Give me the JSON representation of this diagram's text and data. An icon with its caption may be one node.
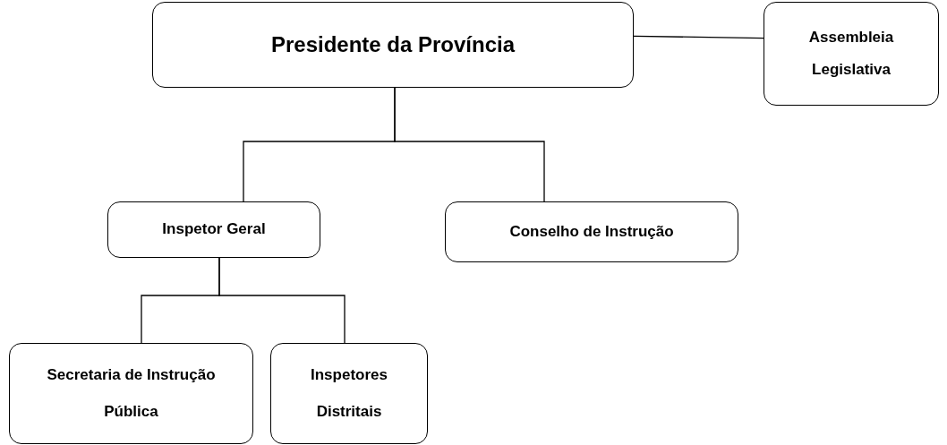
{
  "diagram": {
    "nodes": [
      {
        "text": [
          "Presidente da Província"
        ]
      },
      {
        "text": [
          "Assembleia Legislativa"
        ]
      },
      {
        "text": [
          "Inspetor Geral"
        ]
      },
      {
        "text": [
          "Conselho de Instrução"
        ]
      },
      {
        "text": [
          "Secretaria de Instrução Pública"
        ]
      },
      {
        "text": [
          "Inspetores Distritais"
        ]
      }
    ],
    "edges": [
      {
        "from": 0,
        "to": 1,
        "arrow": "none"
      },
      {
        "from": 0,
        "to": 2,
        "arrow": "none"
      },
      {
        "from": 0,
        "to": 3,
        "arrow": "none"
      },
      {
        "from": 2,
        "to": 4,
        "arrow": "none"
      },
      {
        "from": 2,
        "to": 5,
        "arrow": "none"
      }
    ]
  }
}
